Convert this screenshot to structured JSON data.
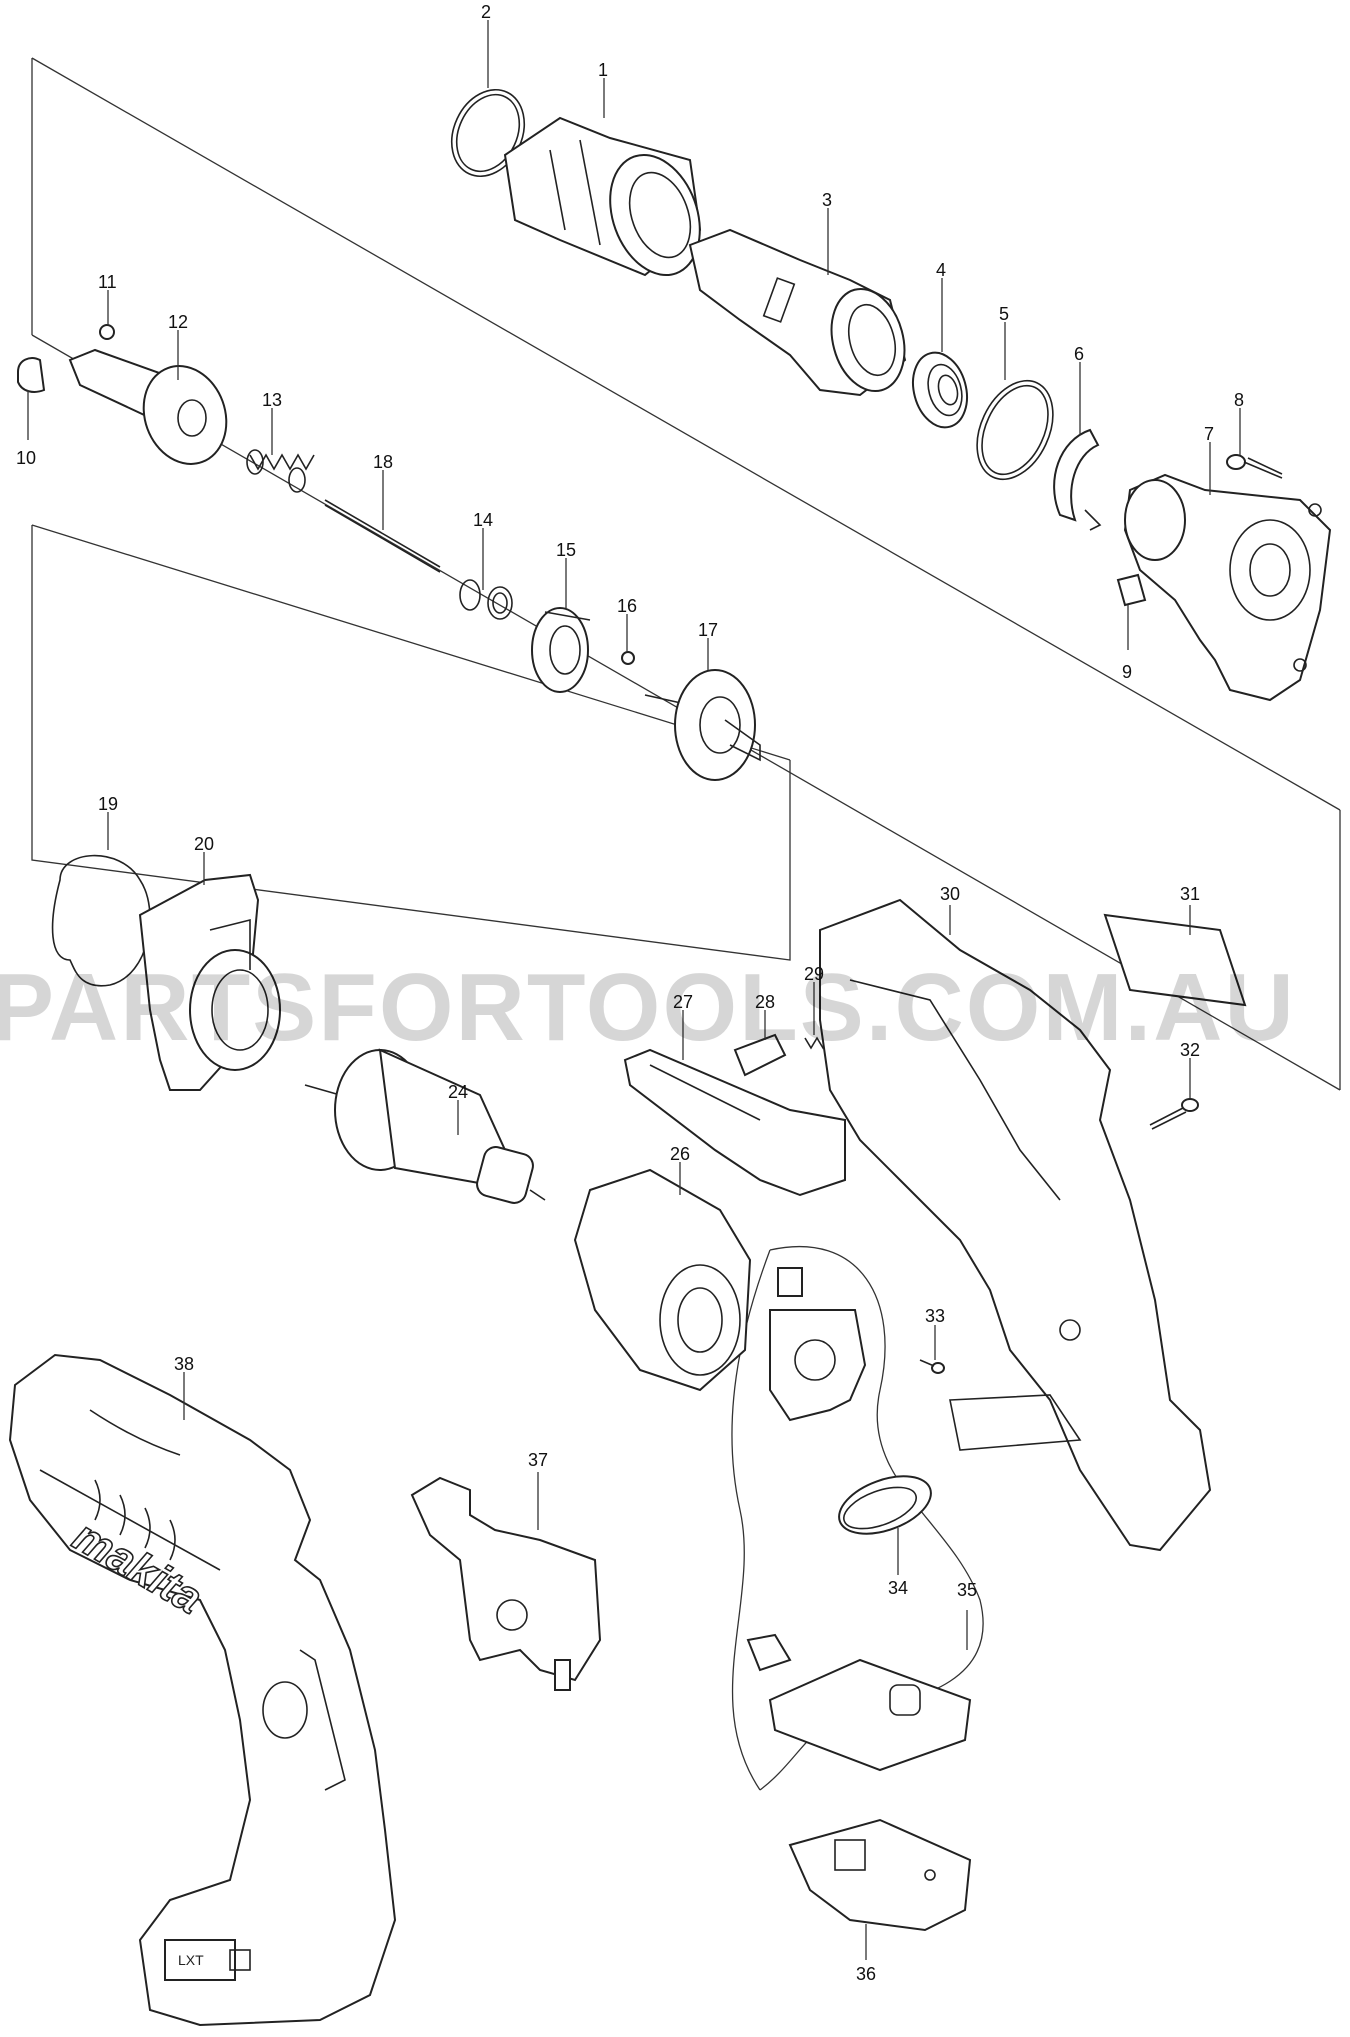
{
  "watermark": "PARTSFORTOOLS.COM.AU",
  "brand_text": "makita",
  "battery_badge": "LXT",
  "part_numbers": [
    "1",
    "2",
    "3",
    "4",
    "5",
    "6",
    "7",
    "8",
    "9",
    "10",
    "11",
    "12",
    "13",
    "14",
    "15",
    "16",
    "17",
    "18",
    "19",
    "20",
    "24",
    "26",
    "27",
    "28",
    "29",
    "30",
    "31",
    "32",
    "33",
    "34",
    "35",
    "36",
    "37",
    "38"
  ]
}
